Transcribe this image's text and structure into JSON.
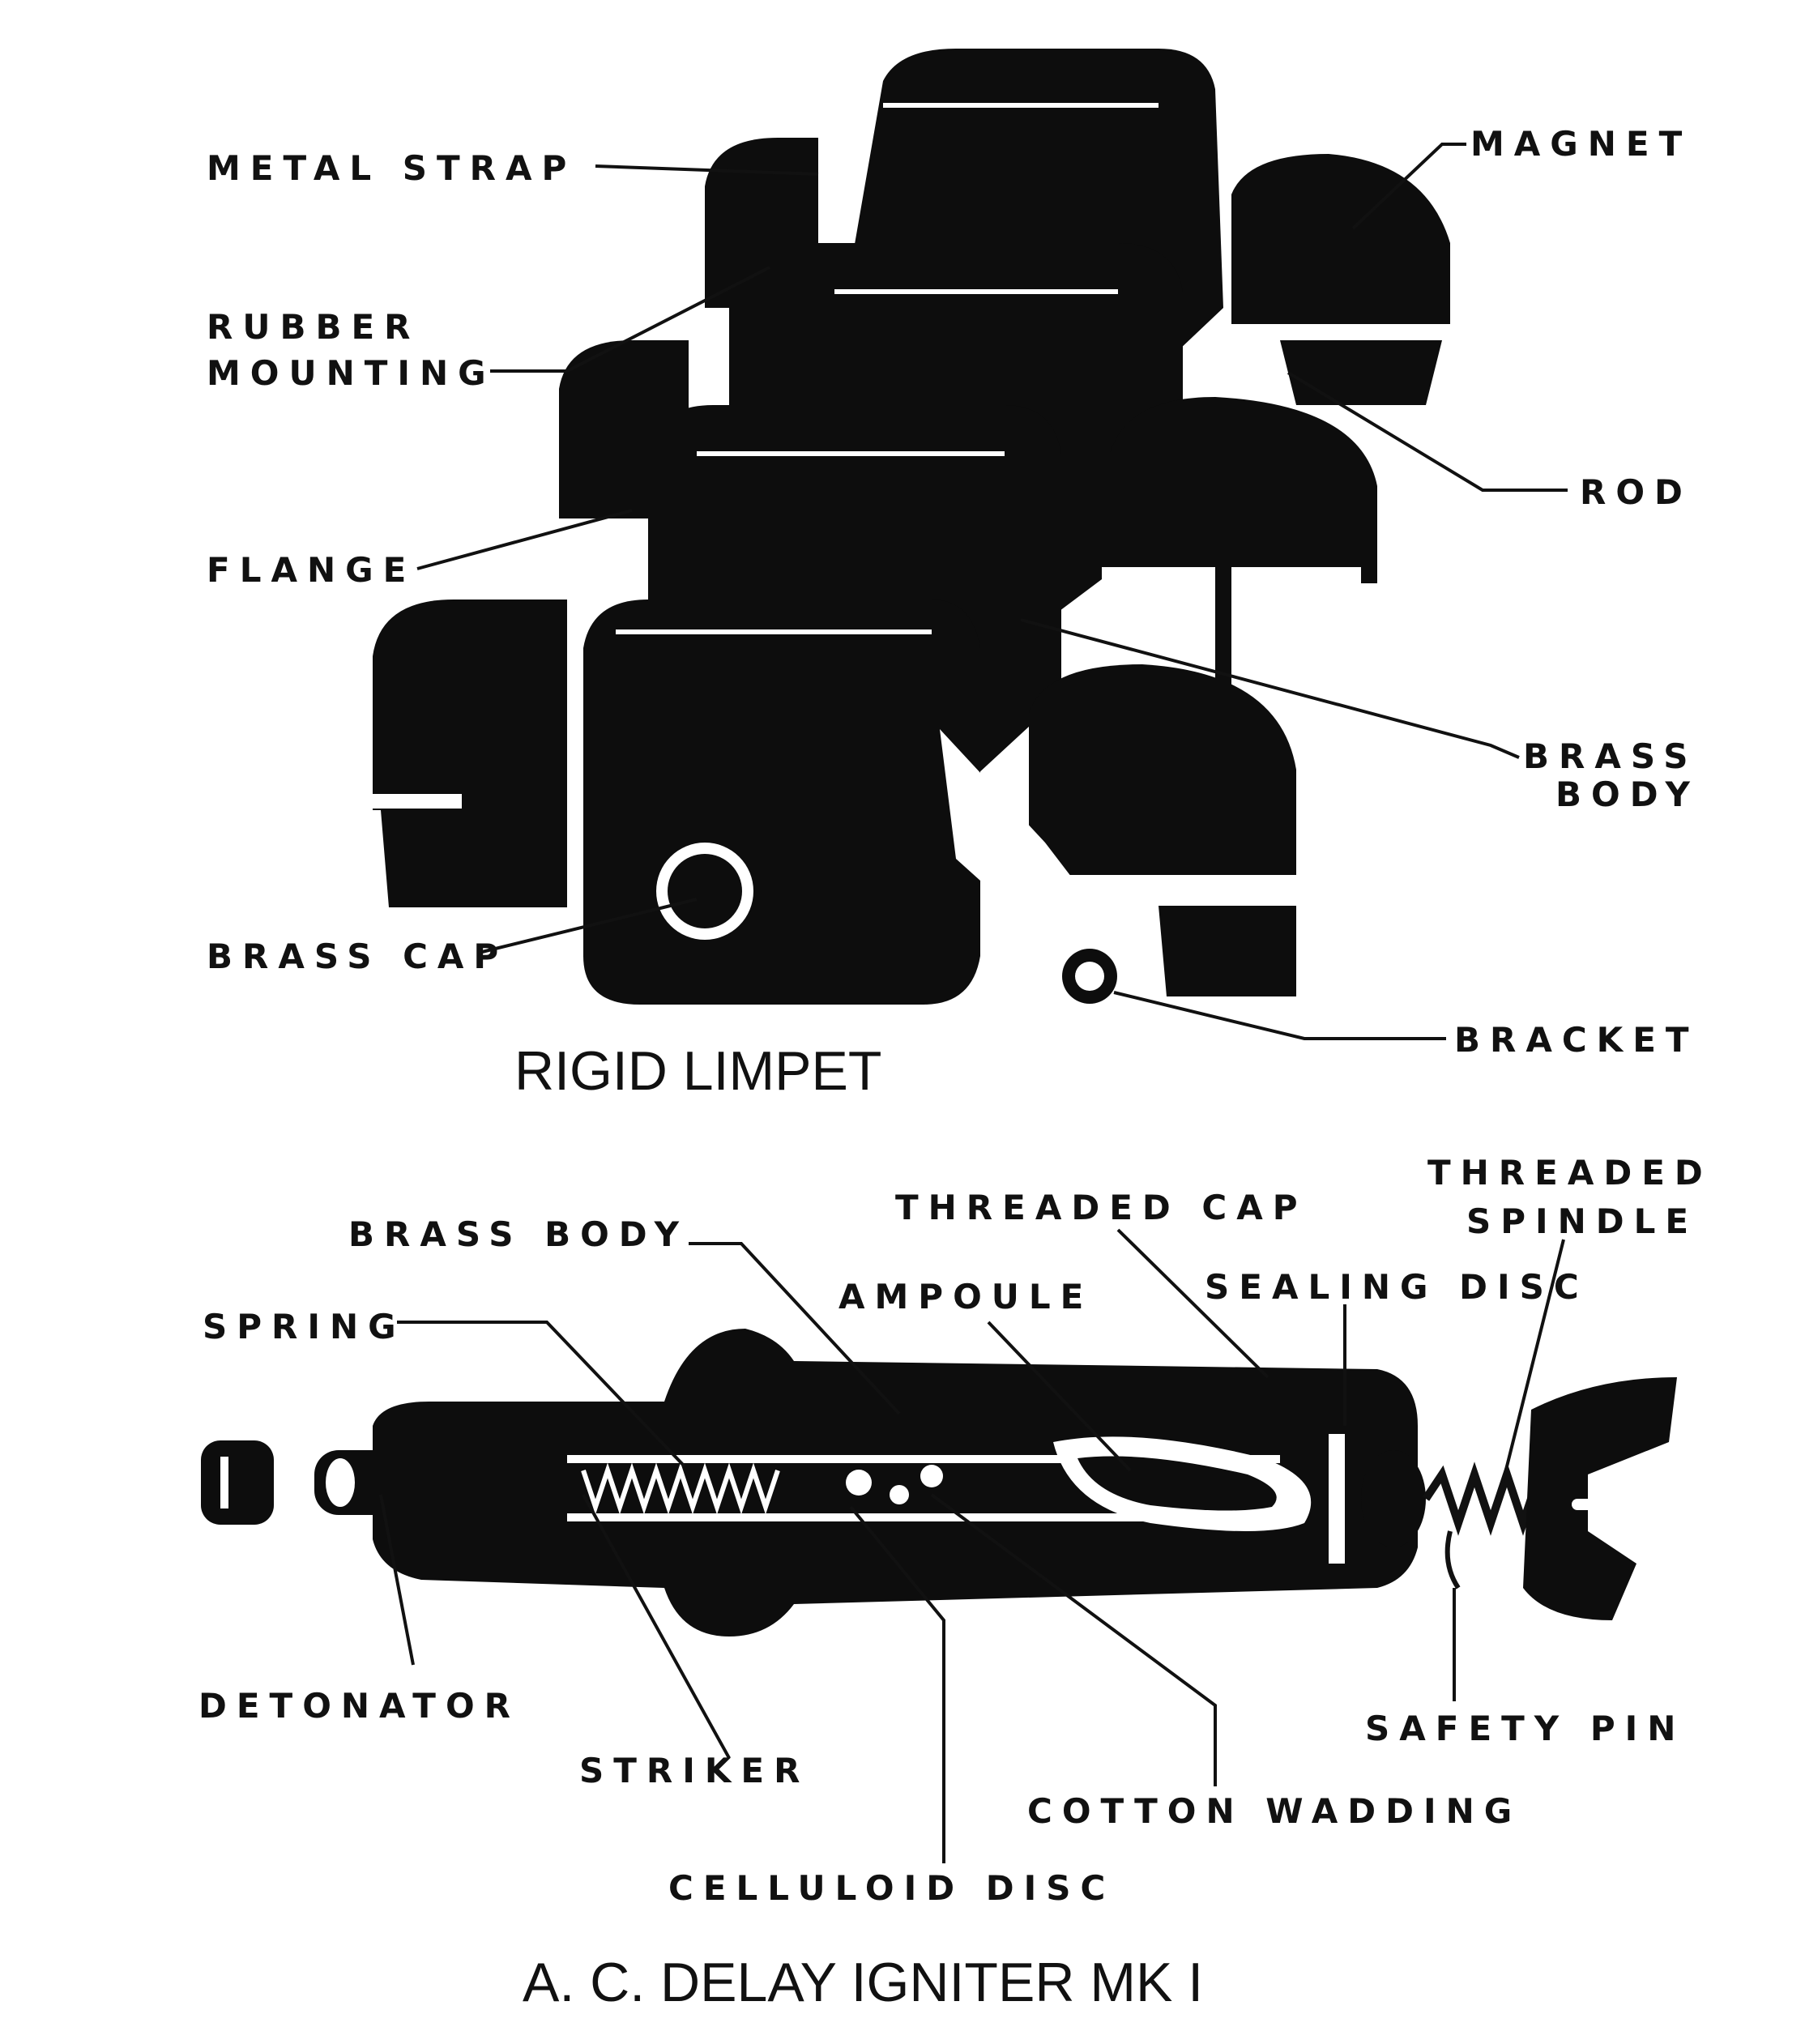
{
  "colors": {
    "ink": "#111111",
    "paper": "#ffffff"
  },
  "limpet": {
    "title": "RIGID LIMPET",
    "labels": {
      "metal_strap": "METAL STRAP",
      "rubber_1": "RUBBER",
      "rubber_2": "MOUNTING",
      "flange": "FLANGE",
      "brass_cap": "BRASS CAP",
      "magnet": "MAGNET",
      "rod": "ROD",
      "brass_body_1": "BRASS",
      "brass_body_2": "BODY",
      "bracket": "BRACKET"
    }
  },
  "igniter": {
    "title": "A. C. DELAY IGNITER MK I",
    "labels": {
      "brass_body": "BRASS BODY",
      "spring": "SPRING",
      "threaded_cap": "THREADED CAP",
      "ampoule": "AMPOULE",
      "threaded_spindle_1": "THREADED",
      "threaded_spindle_2": "SPINDLE",
      "sealing_disc": "SEALING DISC",
      "detonator": "DETONATOR",
      "striker": "STRIKER",
      "celluloid_disc": "CELLULOID DISC",
      "cotton_wadding": "COTTON WADDING",
      "safety_pin": "SAFETY PIN"
    }
  }
}
